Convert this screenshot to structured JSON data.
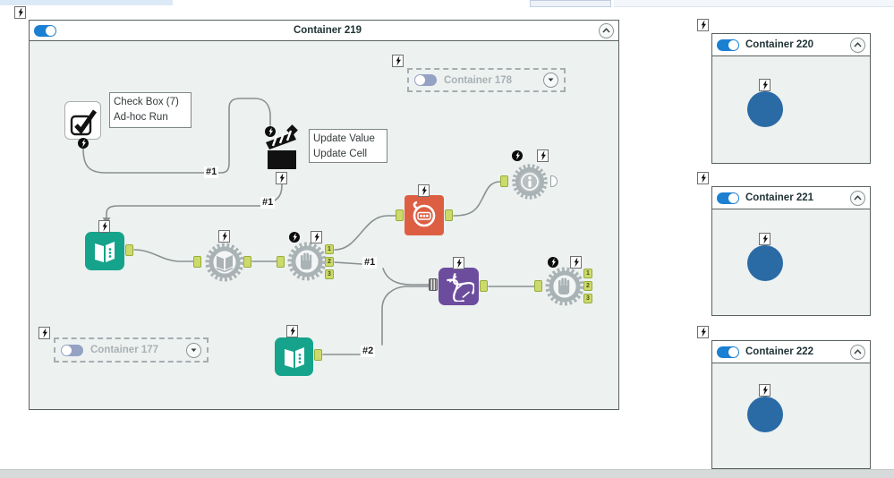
{
  "containers": {
    "main": {
      "title": "Container 219"
    },
    "collapsed": [
      {
        "title": "Container 177"
      },
      {
        "title": "Container 178"
      }
    ],
    "right": [
      {
        "title": "Container 220"
      },
      {
        "title": "Container 221"
      },
      {
        "title": "Container 222"
      }
    ]
  },
  "annotations": {
    "checkbox_note": {
      "line1": "Check Box (7)",
      "line2": "Ad-hoc Run"
    },
    "action_note": {
      "line1": "Update Value",
      "line2": "Update Cell"
    }
  },
  "connection_labels": {
    "c1": "#1",
    "c2": "#1",
    "c3": "#1",
    "c4": "#2"
  },
  "anchors": {
    "numbers": [
      "1",
      "2",
      "3"
    ]
  },
  "colors": {
    "toggle_on": "#1b80d2",
    "container_body": "#edf1f0",
    "tool_teal": "#16a38b",
    "tool_orange": "#dd5f43",
    "tool_purple": "#6c4d9d",
    "tool_gray": "#a9b2b4",
    "tool_blue_circle": "#2a6ba6",
    "anchor_green": "#cdda6b",
    "wire_gray": "#8a9091"
  }
}
